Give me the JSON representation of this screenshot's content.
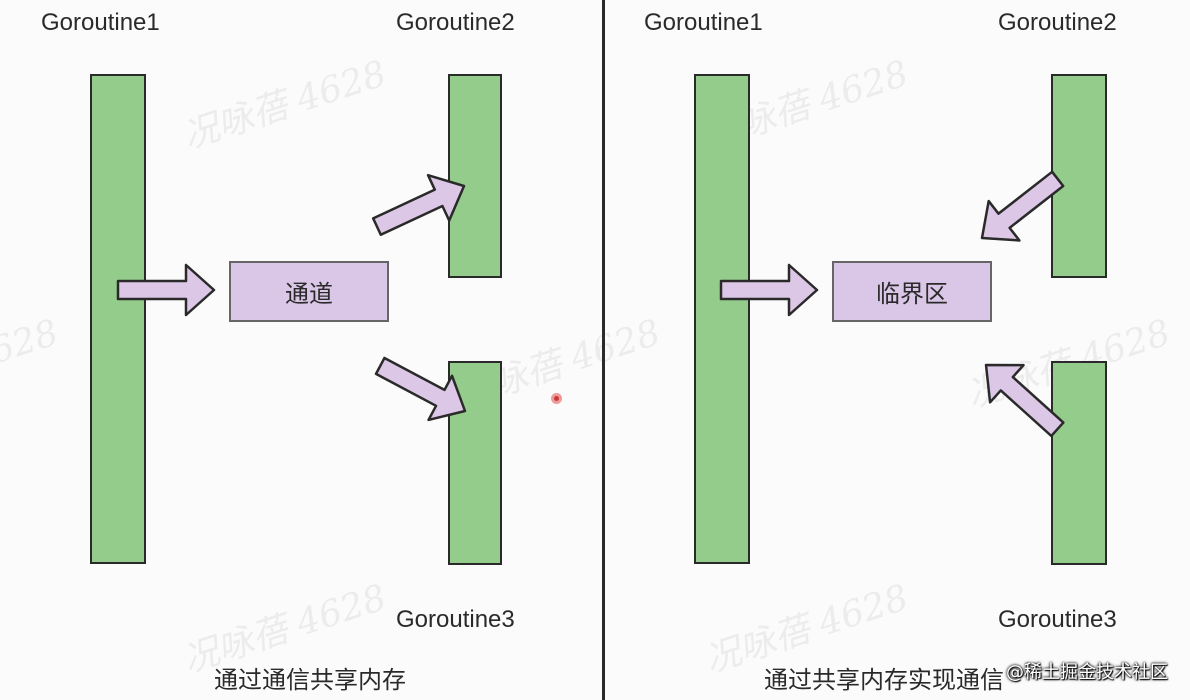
{
  "left_panel": {
    "goroutine1": "Goroutine1",
    "goroutine2": "Goroutine2",
    "goroutine3": "Goroutine3",
    "box_label": "通道",
    "caption": "通过通信共享内存"
  },
  "right_panel": {
    "goroutine1": "Goroutine1",
    "goroutine2": "Goroutine2",
    "goroutine3": "Goroutine3",
    "box_label": "临界区",
    "caption": "通过共享内存实现通信"
  },
  "watermark_text": "况咏蓓 4628",
  "site_badge": "@稀土掘金技术社区",
  "colors": {
    "goroutine_fill": "#94cc8c",
    "box_fill": "#dac6e6",
    "arrow_fill": "#dcc8e6",
    "outline": "#2a2a2a"
  }
}
